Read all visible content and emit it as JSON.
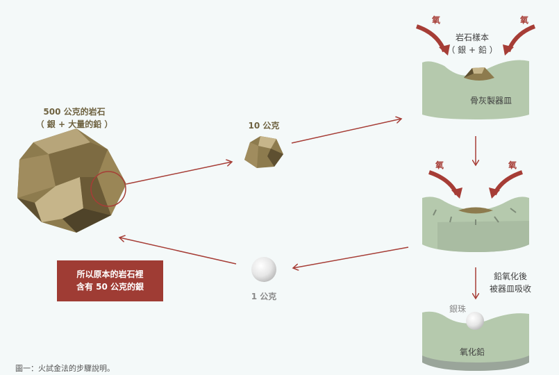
{
  "rock": {
    "line1": "500 公克的岩石",
    "line2": "（ 銀 + 大量的鉛 ）"
  },
  "sample_small": {
    "label": "10 公克"
  },
  "sample_dish": {
    "line1": "岩石樣本",
    "line2": "（ 銀 + 鉛 ）"
  },
  "dish1": {
    "label": "骨灰製器皿"
  },
  "oxygen": {
    "label": "氧"
  },
  "absorb": {
    "line1": "鉛氧化後",
    "line2": "被器皿吸收"
  },
  "dish3": {
    "bead_label": "銀珠",
    "label": "氧化鉛"
  },
  "silver": {
    "label": "1 公克"
  },
  "result": {
    "line1": "所以原本的岩石裡",
    "line2": "含有 50 公克的銀"
  },
  "caption": "圖一：火試金法的步驟說明。",
  "colors": {
    "accent": "#a63d36",
    "dish": "#b5c9ad",
    "rock": "#8d7b4e"
  }
}
